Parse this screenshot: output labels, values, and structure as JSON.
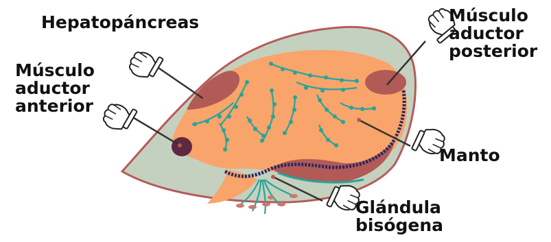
{
  "labels": {
    "hepatopancreas": "Hepatopáncreas",
    "anterior_adductor": [
      "Músculo",
      "aductor",
      "anterior"
    ],
    "posterior_adductor": [
      "Músculo",
      "aductor",
      "posterior"
    ],
    "mantle": "Manto",
    "byssus_gland": [
      "Glándula",
      "bisógena"
    ]
  },
  "colors": {
    "shell": "#c5d1bf",
    "shell_outline": "#b65a5a",
    "body": "#f8a46a",
    "muscle": "#b25a56",
    "anterior_muscle": "#5e2840",
    "network": "#25a59c",
    "mantle_edge": "#2b2763",
    "gland": "#c77a72",
    "pointer": "#333333",
    "hand_outline": "#222222"
  },
  "icons": [
    "pointing-hand-icon",
    "probe-icon"
  ]
}
